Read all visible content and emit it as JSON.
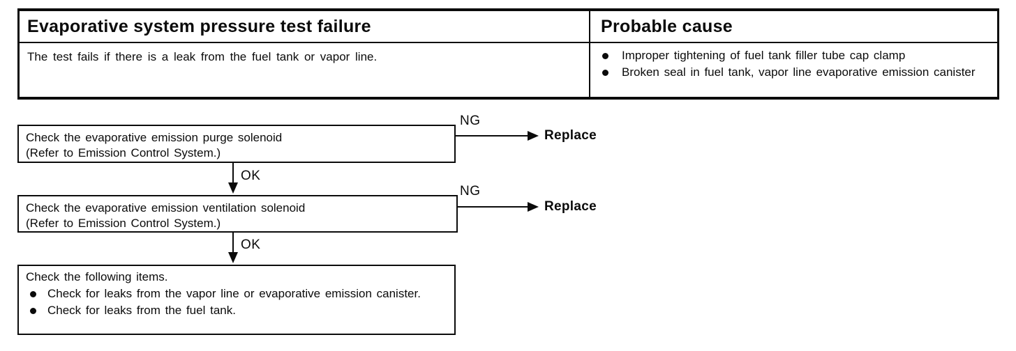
{
  "colors": {
    "ink": "#0b0b0b",
    "paper": "#ffffff"
  },
  "table": {
    "header": {
      "symptom": "Evaporative system pressure test failure",
      "cause": "Probable cause"
    },
    "symptom_text": "The test fails if there is a leak from the fuel tank or vapor line.",
    "causes": [
      "Improper tightening of fuel tank filler tube cap clamp",
      "Broken seal in fuel tank, vapor line evaporative emission canister"
    ]
  },
  "flowchart": {
    "steps": [
      {
        "line1": "Check the evaporative emission purge solenoid",
        "line2": "(Refer to Emission Control System.)",
        "ng_label": "NG",
        "ng_result": "Replace",
        "ok_label": "OK"
      },
      {
        "line1": "Check the evaporative emission ventilation solenoid",
        "line2": "(Refer to Emission Control System.)",
        "ng_label": "NG",
        "ng_result": "Replace",
        "ok_label": "OK"
      },
      {
        "title": "Check the following items.",
        "items": [
          "Check for leaks from the vapor line or evaporative emission canister.",
          "Check for leaks from the fuel tank."
        ]
      }
    ]
  }
}
